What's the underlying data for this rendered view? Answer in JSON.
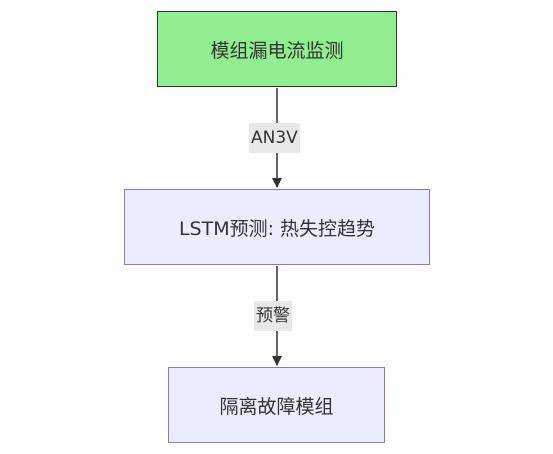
{
  "nodes": [
    {
      "id": "monitor",
      "label": "模组漏电流监测",
      "fill": "#90ee90",
      "stroke": "#333333"
    },
    {
      "id": "predict",
      "label": "LSTM预测: 热失控趋势",
      "fill": "#ececff",
      "stroke": "#9370db"
    },
    {
      "id": "isolate",
      "label": "隔离故障模组",
      "fill": "#ececff",
      "stroke": "#9370db"
    }
  ],
  "edges": [
    {
      "from": "monitor",
      "to": "predict",
      "label": "AN3V"
    },
    {
      "from": "predict",
      "to": "isolate",
      "label": "预警"
    }
  ],
  "colors": {
    "edge_line": "#333333",
    "edge_label_bg": "#e8e8e8",
    "text": "#333333"
  }
}
